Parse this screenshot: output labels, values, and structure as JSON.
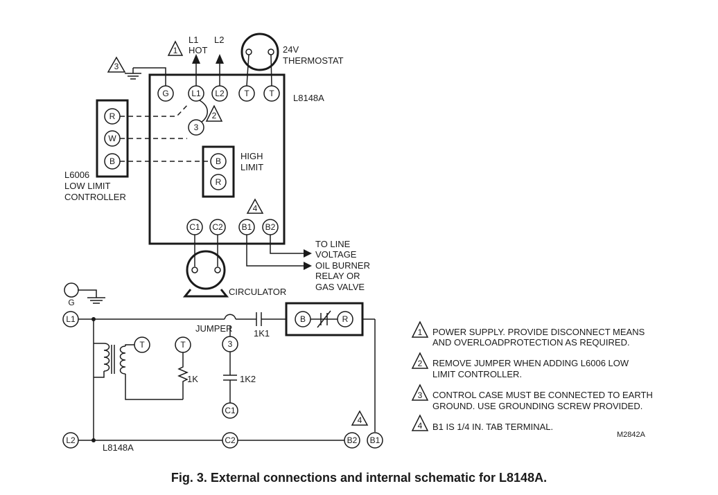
{
  "top": {
    "l1": "L1",
    "hot": "HOT",
    "l2": "L2",
    "therm_24v": "24V",
    "therm_name": "THERMOSTAT",
    "model": "L8148A"
  },
  "terminals": {
    "g": "G",
    "l1": "L1",
    "l2": "L2",
    "t": "T",
    "r": "R",
    "w": "W",
    "b": "B",
    "c1": "C1",
    "c2": "C2",
    "b1": "B1",
    "b2": "B2",
    "three": "3"
  },
  "notes_markers": [
    "1",
    "2",
    "3",
    "4"
  ],
  "labels": {
    "high_limit_1": "HIGH",
    "high_limit_2": "LIMIT",
    "low_limit_1": "L6006",
    "low_limit_2": "LOW LIMIT",
    "low_limit_3": "CONTROLLER",
    "to_line_1": "TO LINE",
    "to_line_2": "VOLTAGE",
    "to_line_3": "OIL BURNER",
    "to_line_4": "RELAY OR",
    "to_line_5": "GAS VALVE",
    "circulator": "CIRCULATOR",
    "jumper": "JUMPER",
    "k1": "1K1",
    "k2": "1K2",
    "k": "1K",
    "g_ground": "G",
    "bottom_model": "L8148A"
  },
  "notes": [
    {
      "num": "1",
      "line1": "POWER SUPPLY.  PROVIDE DISCONNECT MEANS",
      "line2": "AND OVERLOADPROTECTION AS REQUIRED."
    },
    {
      "num": "2",
      "line1": "REMOVE JUMPER WHEN ADDING L6006 LOW",
      "line2": "LIMIT CONTROLLER."
    },
    {
      "num": "3",
      "line1": "CONTROL CASE MUST BE CONNECTED TO EARTH",
      "line2": "GROUND. USE GROUNDING SCREW PROVIDED."
    },
    {
      "num": "4",
      "line1": "B1 IS 1/4 IN. TAB TERMINAL.",
      "line2": ""
    }
  ],
  "figure_code": "M2842A",
  "caption": "Fig. 3. External connections and internal schematic for L8148A."
}
